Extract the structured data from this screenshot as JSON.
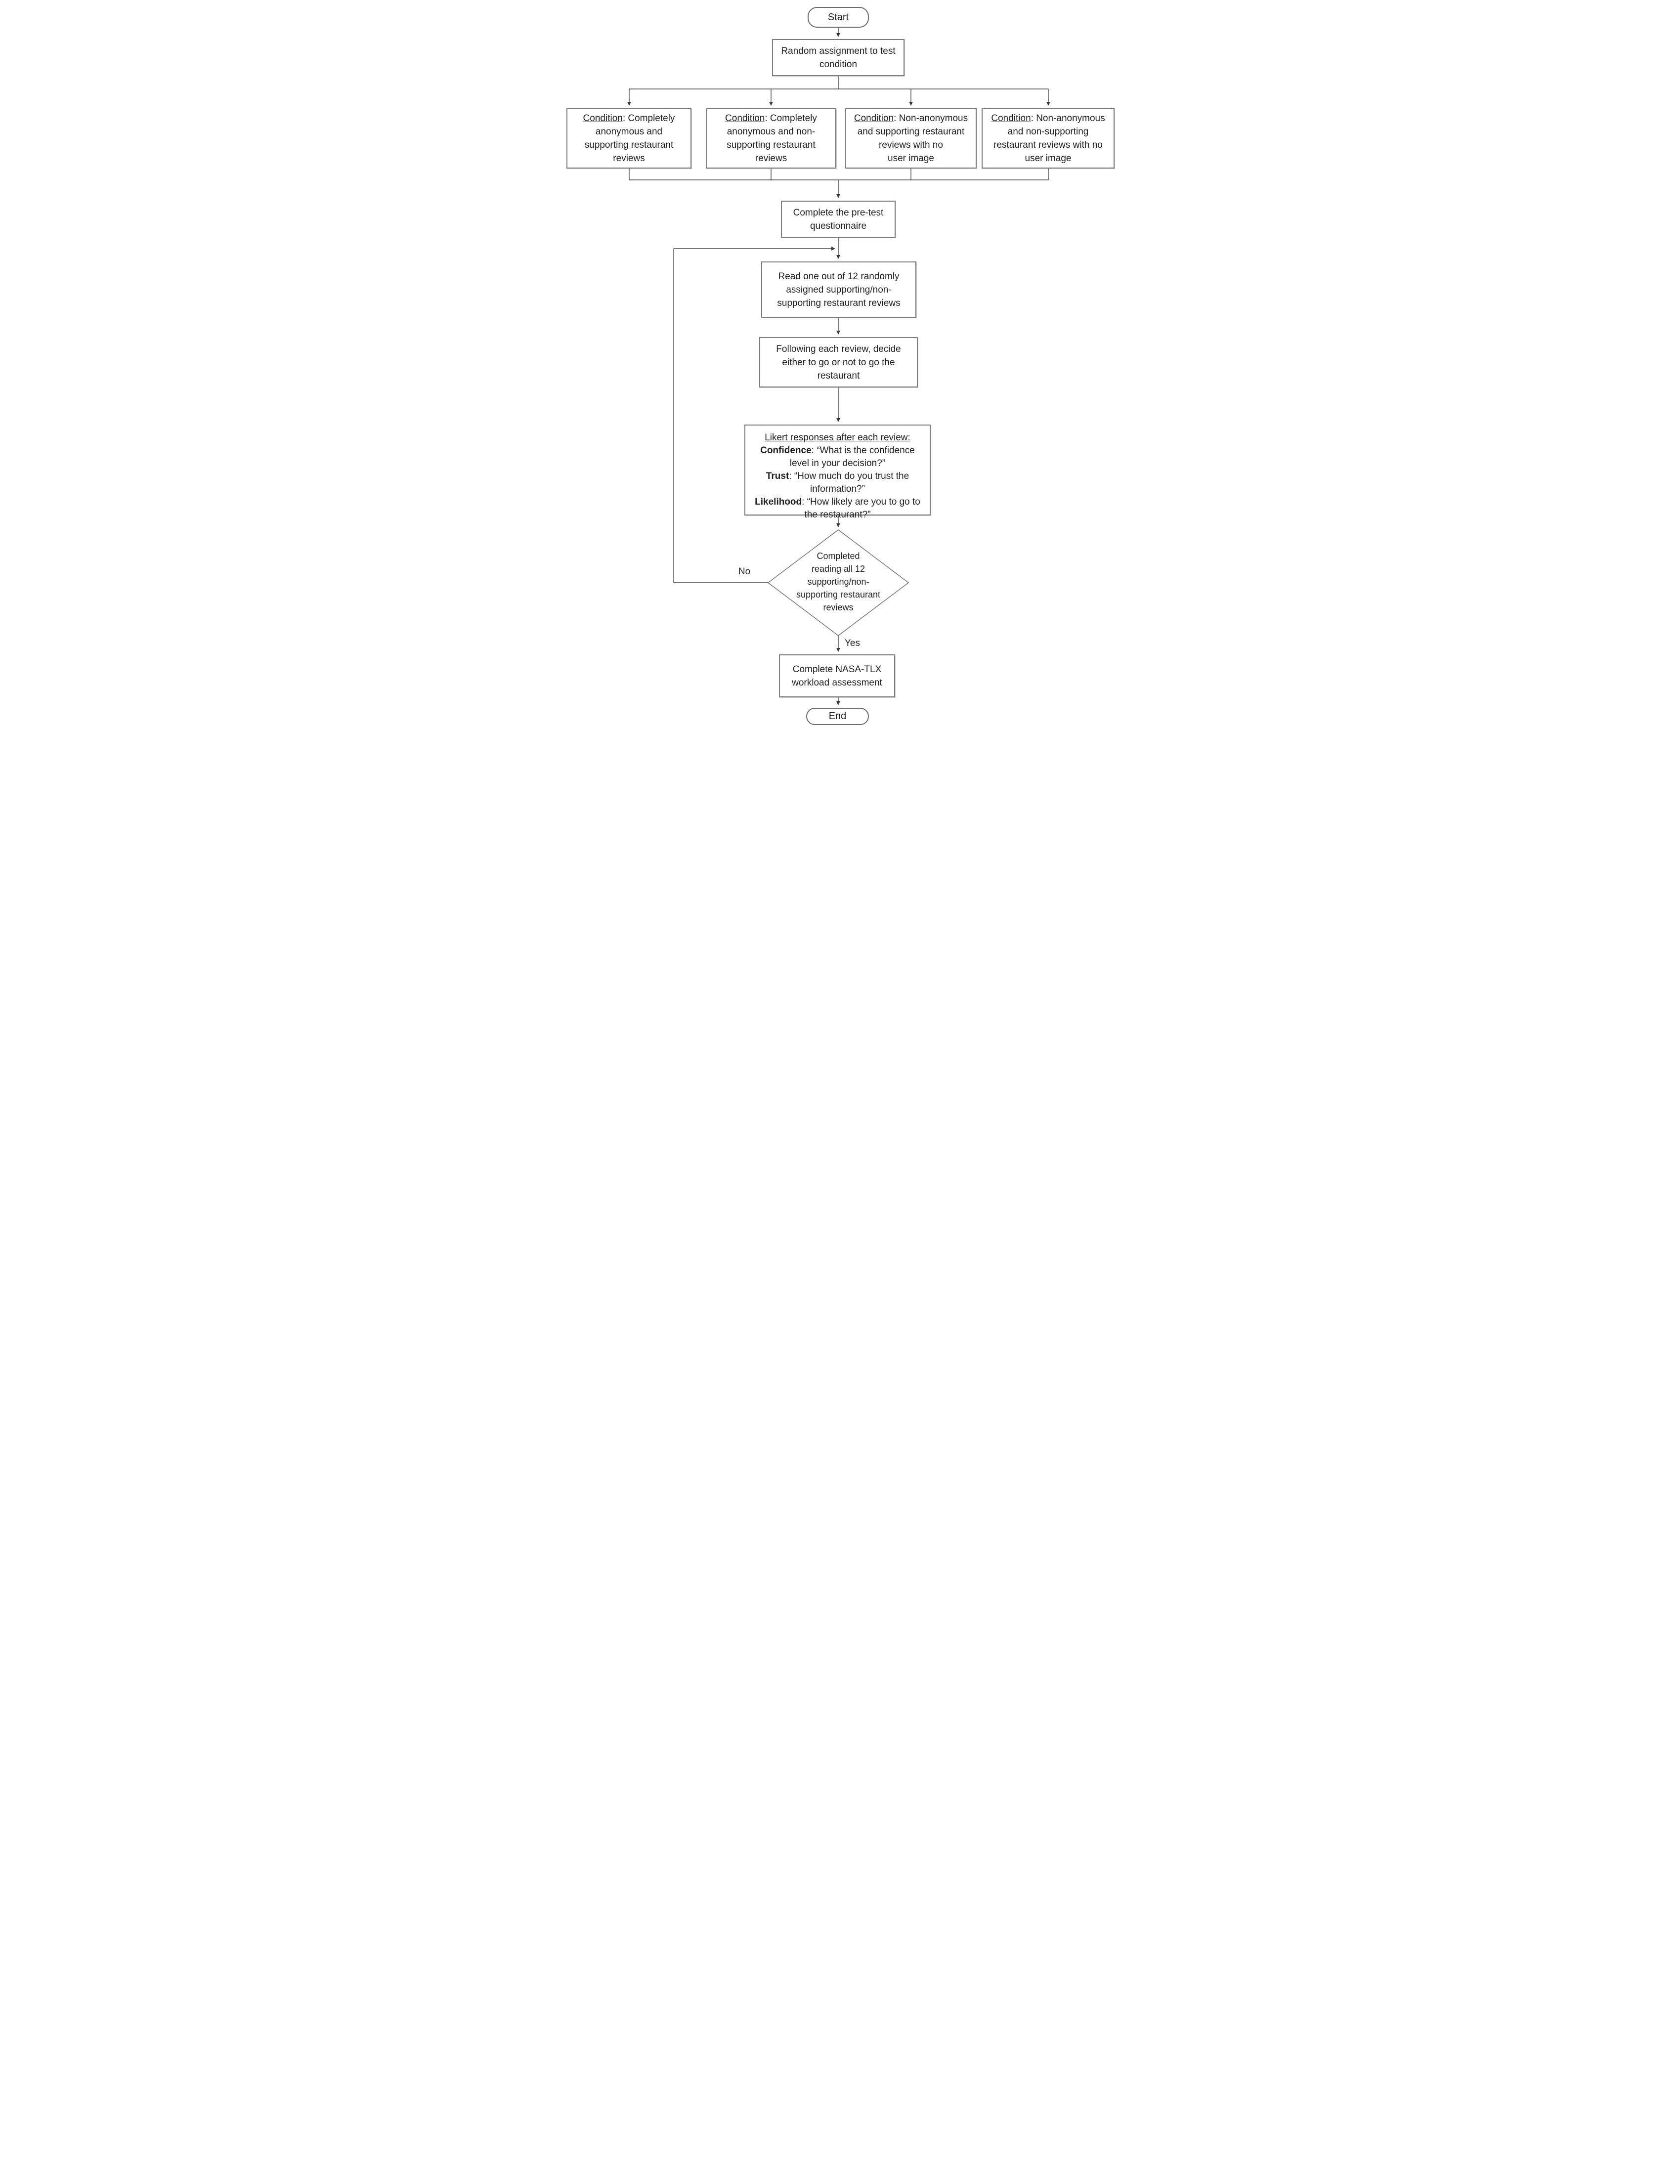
{
  "flowchart": {
    "start": "Start",
    "end": "End",
    "random_assignment": "Random assignment to test\ncondition",
    "conditions": [
      {
        "label": "Condition",
        "rest": ": Completely\nanonymous and\nsupporting restaurant\nreviews"
      },
      {
        "label": "Condition",
        "rest": ": Completely\nanonymous and non-\nsupporting restaurant\nreviews"
      },
      {
        "label": "Condition",
        "rest": ": Non-anonymous\nand supporting restaurant\nreviews with no\nuser image"
      },
      {
        "label": "Condition",
        "rest": ": Non-anonymous\nand non-supporting\nrestaurant reviews with no\nuser image"
      }
    ],
    "pretest": "Complete the pre-test\nquestionnaire",
    "read_reviews": "Read one out of 12 randomly\nassigned supporting/non-\nsupporting restaurant reviews",
    "decide": "Following each review, decide\neither to go or not to go the\nrestaurant",
    "likert": {
      "heading": "Likert responses after each review:",
      "items": [
        {
          "term": "Confidence",
          "text": ": “What is the confidence\nlevel in your decision?”"
        },
        {
          "term": "Trust",
          "text": ": “How much do you trust the\ninformation?”"
        },
        {
          "term": "Likelihood",
          "text": ": “How likely are you to go to\nthe restaurant?”"
        }
      ]
    },
    "decision": "Completed\nreading all 12\nsupporting/non-\nsupporting restaurant\nreviews",
    "nasa": "Complete NASA-TLX\nworkload assessment",
    "edge_no": "No",
    "edge_yes": "Yes",
    "colors": {
      "box_border": "#7c7c7c",
      "line": "#484848",
      "text": "#1f1f1f",
      "background": "#ffffff"
    }
  }
}
